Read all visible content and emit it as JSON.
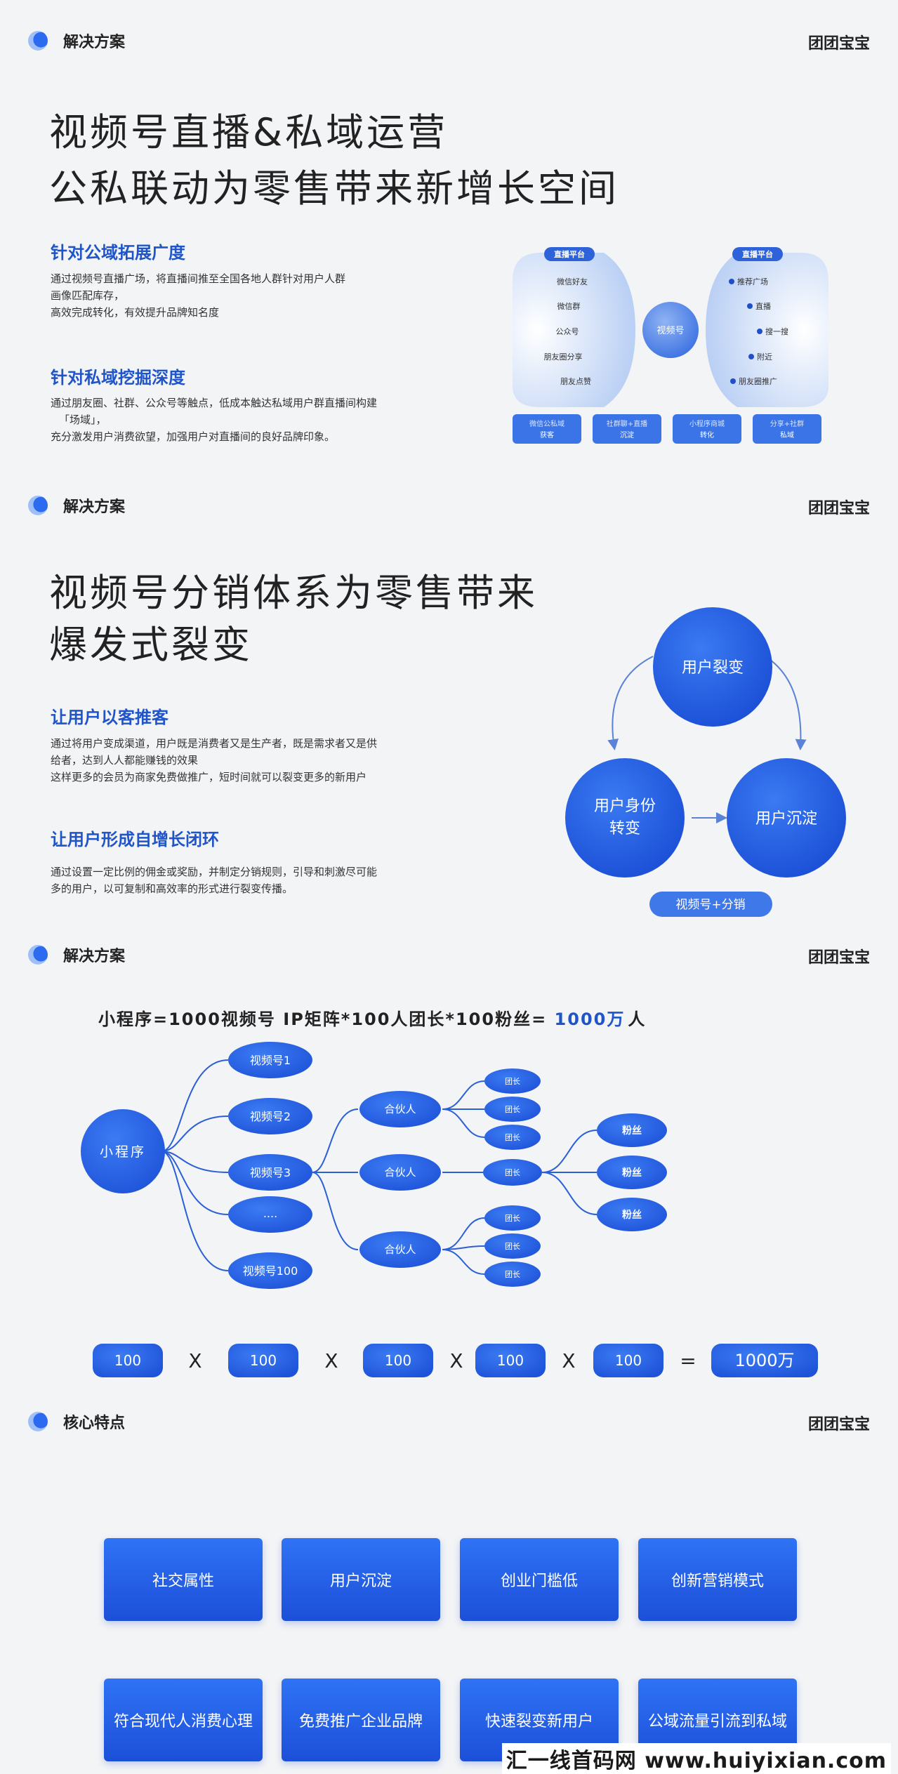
{
  "brand": "团团宝宝",
  "sections": {
    "s1": {
      "header": "解决方案",
      "title1": "视频号直播&私域运营",
      "title2": "公私联动为零售带来新增长空间",
      "sub1": "针对公域拓展广度",
      "para1": [
        "通过视频号直播广场，将直播间推至全国各地人群针对用户人群",
        "画像匹配库存，",
        "高效完成转化，有效提升品牌知名度"
      ],
      "sub2": "针对私域挖掘深度",
      "para2": [
        "通过朋友圈、社群、公众号等触点，低成本触达私域用户群直播间构建",
        "「场域」，",
        "充分激发用户消费欲望，加强用户对直播间的良好品牌印象。"
      ],
      "diagram": {
        "left_tag": "直播平台",
        "right_tag": "直播平台",
        "center": "视频号",
        "left_items": [
          "微信好友",
          "微信群",
          "公众号",
          "朋友圈分享",
          "朋友点赞"
        ],
        "right_items": [
          "推荐广场",
          "直播",
          "搜一搜",
          "附近",
          "朋友圈推广"
        ],
        "bottom_boxes": [
          [
            "微信公私域",
            "获客"
          ],
          [
            "社群聊+直播",
            "沉淀"
          ],
          [
            "小程序商城",
            "转化"
          ],
          [
            "分享+社群",
            "私域"
          ]
        ]
      }
    },
    "s2": {
      "header": "解决方案",
      "title1": "视频号分销体系为零售带来",
      "title2": "爆发式裂变",
      "sub1": "让用户以客推客",
      "para1": [
        "通过将用户变成渠道，用户既是消费者又是生产者，既是需求者又是供",
        "给者，达到人人都能赚钱的效果",
        "这样更多的会员为商家免费做推广，短时间就可以裂变更多的新用户"
      ],
      "sub2": "让用户形成自增长闭环",
      "para2": [
        "通过设置一定比例的佣金或奖励，并制定分销规则，引导和刺激尽可能",
        "多的用户，以可复制和高效率的形式进行裂变传播。"
      ],
      "cycle": {
        "top": "用户裂变",
        "left1": "用户身份",
        "left2": "转变",
        "right": "用户沉淀",
        "pill": "视频号+分销"
      }
    },
    "s3": {
      "header": "解决方案",
      "formula_prefix": "小程序=1000视频号 IP矩阵*100人团长*100粉丝= ",
      "formula_highlight": "1000万",
      "formula_suffix": "人",
      "root": "小程序",
      "channels": [
        "视频号1",
        "视频号2",
        "视频号3",
        "....",
        "视频号100"
      ],
      "partners": [
        "合伙人",
        "合伙人",
        "合伙人"
      ],
      "leaders": [
        "团长",
        "团长",
        "团长",
        "团长",
        "团长",
        "团长",
        "团长"
      ],
      "fans": [
        "粉丝",
        "粉丝",
        "粉丝"
      ],
      "eq_values": [
        "100",
        "100",
        "100",
        "100",
        "100"
      ],
      "eq_times": "X",
      "eq_equals": "=",
      "eq_result": "1000万"
    },
    "s4": {
      "header": "核心特点",
      "features": [
        "社交属性",
        "用户沉淀",
        "创业门槛低",
        "创新营销模式",
        "符合现代人消费心理",
        "免费推广企业品牌",
        "快速裂变新用户",
        "公域流量引流到私域"
      ]
    }
  },
  "watermark": "汇一线首码网 www.huiyixian.com",
  "colors": {
    "accent": "#1f55c9",
    "node": "#2c63e6",
    "line": "#2a5fd6"
  }
}
